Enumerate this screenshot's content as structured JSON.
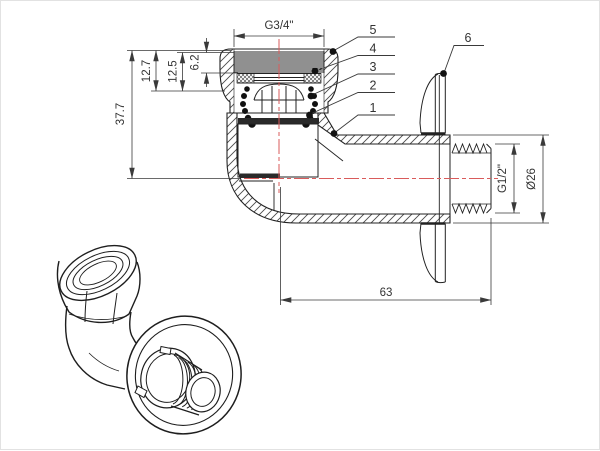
{
  "figure": {
    "kind": "angle wall-elbow fitting technical drawing with isometric view",
    "colors": {
      "line": "#222222",
      "dimension": "#3a3a3a",
      "centerline": "#d95b5b"
    }
  },
  "dimensions": {
    "top_thread": "G3/4\"",
    "total_height": "37.7",
    "nut_height": "12.7",
    "nut_depth": "12.5",
    "thread_engagement": "6.2",
    "body_length": "63",
    "outlet_thread": "G1/2\"",
    "outlet_diameter": "Ø26"
  },
  "callouts": {
    "c1": "1",
    "c2": "2",
    "c3": "3",
    "c4": "4",
    "c5": "5",
    "c6": "6"
  }
}
